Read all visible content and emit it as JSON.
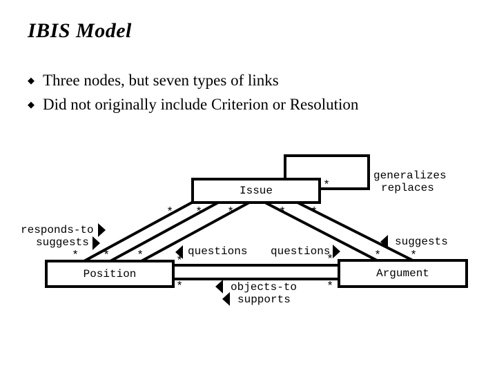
{
  "slide": {
    "title": "IBIS Model",
    "bullet_glyph": "◆",
    "bullets": [
      "Three nodes, but seven types of links",
      "Did not originally include Criterion or Resolution"
    ]
  },
  "diagram": {
    "type": "node-link-diagram",
    "nodes": {
      "issue": "Issue",
      "position": "Position",
      "argument": "Argument"
    },
    "links": {
      "responds_to": "responds-to",
      "suggests_left": "suggests",
      "questions_left": "questions",
      "questions_right": "questions",
      "suggests_right": "suggests",
      "objects_to": "objects-to",
      "supports": "supports",
      "generalizes": "generalizes",
      "replaces": "replaces"
    },
    "multiplicity": "*",
    "colors": {
      "ink": "#000000",
      "background": "#ffffff"
    }
  }
}
